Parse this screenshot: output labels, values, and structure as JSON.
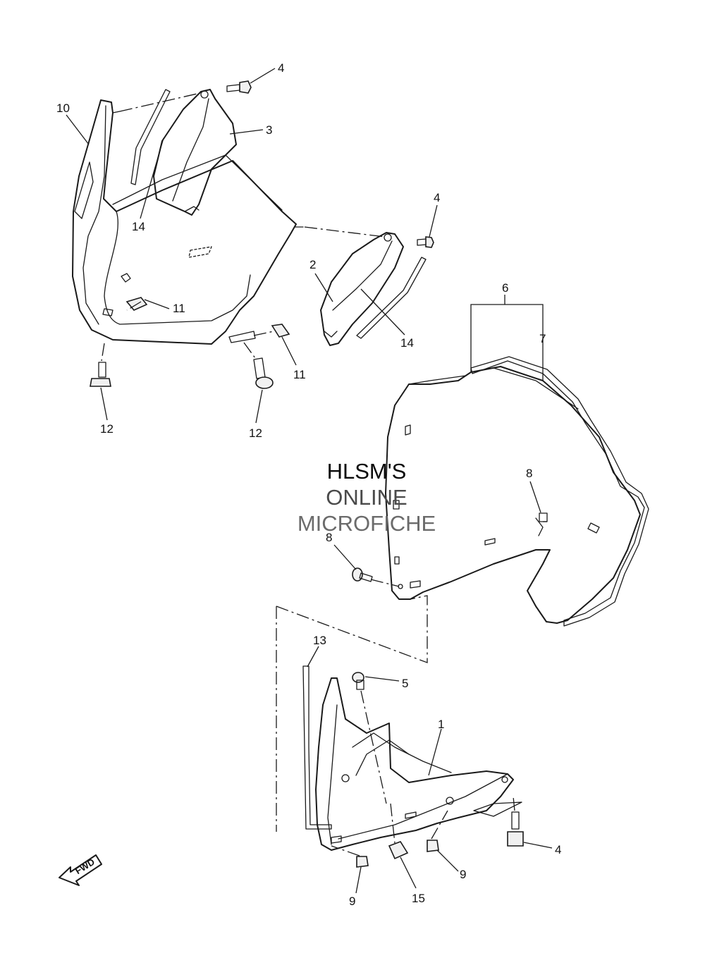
{
  "watermark": {
    "line1": "HLSM'S",
    "line2": "ONLINE",
    "line3": "MICROFICHE",
    "colors": [
      "#0a0a0a",
      "#4a4a4a",
      "#6b6b6b"
    ]
  },
  "fwd_arrow": {
    "label": "FWD",
    "icon": "fwd-arrow-icon"
  },
  "callouts": [
    {
      "id": "c-4a",
      "label": "4"
    },
    {
      "id": "c-3",
      "label": "3"
    },
    {
      "id": "c-10",
      "label": "10"
    },
    {
      "id": "c-14a",
      "label": "14"
    },
    {
      "id": "c-4b",
      "label": "4"
    },
    {
      "id": "c-2",
      "label": "2"
    },
    {
      "id": "c-14b",
      "label": "14"
    },
    {
      "id": "c-11a",
      "label": "11"
    },
    {
      "id": "c-11b",
      "label": "11"
    },
    {
      "id": "c-12a",
      "label": "12"
    },
    {
      "id": "c-12b",
      "label": "12"
    },
    {
      "id": "c-6",
      "label": "6"
    },
    {
      "id": "c-7",
      "label": "7"
    },
    {
      "id": "c-8a",
      "label": "8"
    },
    {
      "id": "c-8b",
      "label": "8"
    },
    {
      "id": "c-13",
      "label": "13"
    },
    {
      "id": "c-5",
      "label": "5"
    },
    {
      "id": "c-1",
      "label": "1"
    },
    {
      "id": "c-4c",
      "label": "4"
    },
    {
      "id": "c-9a",
      "label": "9"
    },
    {
      "id": "c-9b",
      "label": "9"
    },
    {
      "id": "c-15",
      "label": "15"
    }
  ]
}
